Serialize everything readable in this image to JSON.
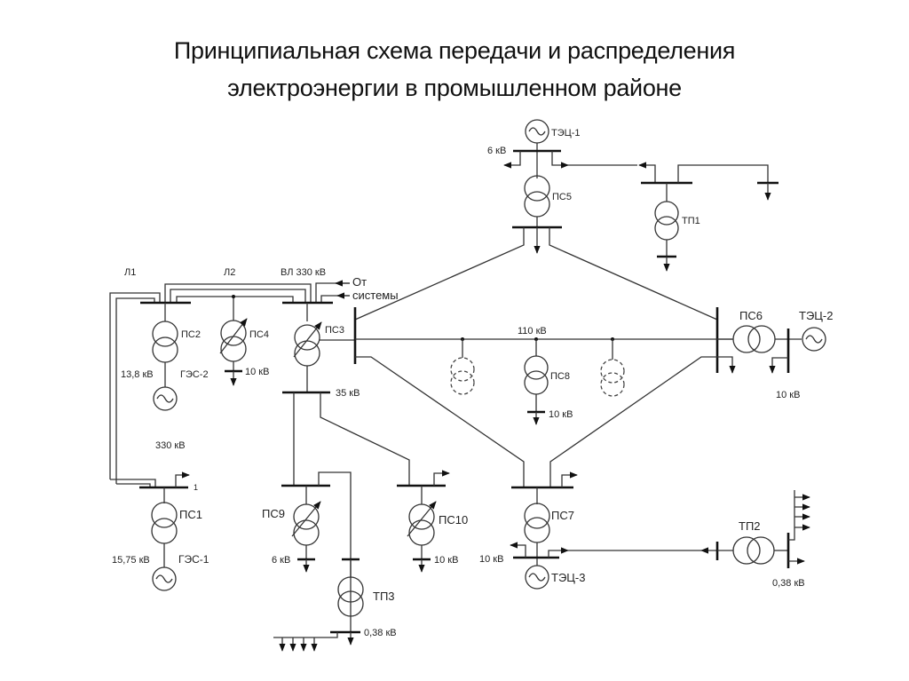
{
  "title": {
    "line1": "Принципиальная схема передачи и распределения",
    "line2": "электроэнергии в промышленном районе"
  },
  "labels": {
    "tec1": "ТЭЦ-1",
    "tec1_kv": "6 кВ",
    "ps5": "ПС5",
    "tp1": "ТП1",
    "l1": "Л1",
    "l2": "Л2",
    "vl330": "ВЛ 330 кВ",
    "from_system_1": "От",
    "from_system_2": "системы",
    "ps2": "ПС2",
    "ps4": "ПС4",
    "ps3": "ПС3",
    "ps2_kv": "13,8 кВ",
    "ges2": "ГЭС-2",
    "ps4_kv": "10 кВ",
    "ps3_kv": "35 кВ",
    "bus110": "110 кВ",
    "ps8": "ПС8",
    "ps8_kv": "10 кВ",
    "ps6": "ПС6",
    "tec2": "ТЭЦ-2",
    "tec2_kv": "10 кВ",
    "l330": "330 кВ",
    "ps1_out": "1",
    "ps1": "ПС1",
    "ps1_kv": "15,75 кВ",
    "ges1": "ГЭС-1",
    "ps9": "ПС9",
    "ps9_kv": "6 кВ",
    "ps10": "ПС10",
    "ps10_kv": "10 кВ",
    "tp3": "ТП3",
    "tp3_kv": "0,38 кВ",
    "ps7": "ПС7",
    "tec3_kv": "10 кВ",
    "tec3": "ТЭЦ-3",
    "tp2": "ТП2",
    "tp2_kv": "0,38 кВ"
  }
}
